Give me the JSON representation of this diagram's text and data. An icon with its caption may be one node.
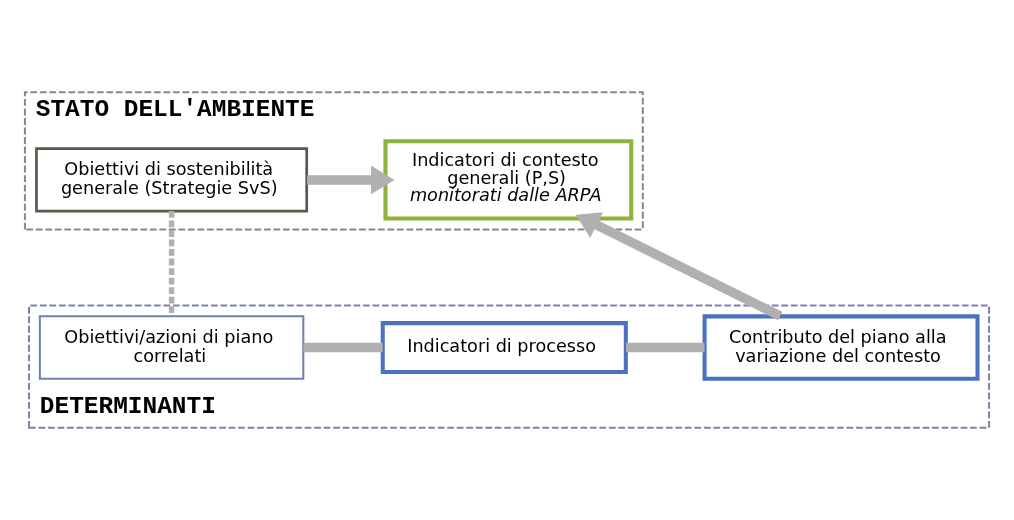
{
  "diagram": {
    "nodes": [
      {
        "text": [
          "STATO DELL'AMBIENTE"
        ]
      },
      {
        "text": [
          "Obiettivi di sostenibilità generale (Strategie SvS)"
        ],
        "in": 0
      },
      {
        "text": [
          "Indicatori di contesto generali (P,S)",
          "monitorati dalle ARPA"
        ],
        "in": 0
      },
      {
        "text": [
          "DETERMINANTI"
        ]
      },
      {
        "text": [
          "Obiettivi/azioni di piano correlati"
        ],
        "in": 3
      },
      {
        "text": [
          "Indicatori di processo"
        ],
        "in": 3
      },
      {
        "text": [
          "Contributo del piano alla variazione del contesto"
        ],
        "in": 3
      }
    ],
    "edges": [
      {
        "from": 1,
        "to": 2,
        "arrow": "to"
      },
      {
        "from": 1,
        "to": 4,
        "arrow": "none",
        "style": "dashed"
      },
      {
        "from": 4,
        "to": 5,
        "arrow": "none"
      },
      {
        "from": 5,
        "to": 6,
        "arrow": "none"
      },
      {
        "from": 6,
        "to": 2,
        "arrow": "to"
      }
    ]
  }
}
